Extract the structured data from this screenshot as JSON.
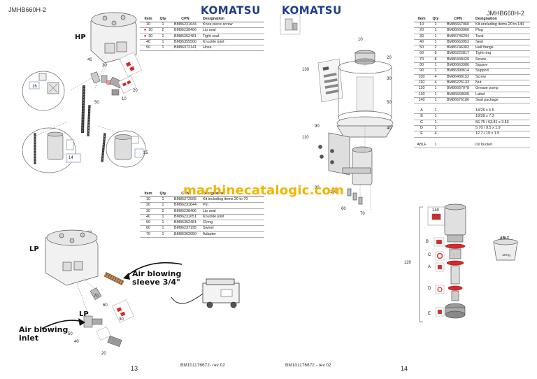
{
  "left_page": {
    "model": "JMHB660H-2",
    "brand": "KOMATSU",
    "page_number": "13",
    "footer_ref": "BM101176672- rev 02",
    "hp_label": "HP",
    "lp_label": "LP",
    "lp_small_label": "LP",
    "air_blowing_sleeve": [
      "Air blowing",
      "sleeve 3/4\""
    ],
    "air_blowing_inlet": [
      "Air blowing",
      "inlet"
    ],
    "hp_table": {
      "headers": [
        "Item",
        "Qty",
        "CPN",
        "Designation"
      ],
      "rows": [
        {
          "item": "10",
          "qty": "1",
          "cpn": "BM86231644",
          "designation": "Knee piece screw",
          "marker": ""
        },
        {
          "item": "20",
          "qty": "2",
          "cpn": "BM86238466",
          "designation": "Lip seal",
          "marker": "●"
        },
        {
          "item": "30",
          "qty": "1",
          "cpn": "BM86352481",
          "designation": "Tight seal",
          "marker": "●"
        },
        {
          "item": "40",
          "qty": "1",
          "cpn": "BM86355500",
          "designation": "Knuckle joint",
          "marker": ""
        },
        {
          "item": "50",
          "qty": "1",
          "cpn": "BM86372141",
          "designation": "Hose",
          "marker": ""
        }
      ]
    },
    "lp_table": {
      "headers": [
        "Item",
        "Qty",
        "CPN",
        "Designation"
      ],
      "rows": [
        {
          "item": "10",
          "qty": "1",
          "cpn": "BM86372505",
          "designation": "Kit including items 20 to 70"
        },
        {
          "item": "20",
          "qty": "1",
          "cpn": "BM86231644",
          "designation": "Pin"
        },
        {
          "item": "30",
          "qty": "2",
          "cpn": "BM86238466",
          "designation": "Lip seal"
        },
        {
          "item": "40",
          "qty": "1",
          "cpn": "BM86231651",
          "designation": "Knuckle joint"
        },
        {
          "item": "50",
          "qty": "1",
          "cpn": "BM86352481",
          "designation": "O'ring"
        },
        {
          "item": "60",
          "qty": "1",
          "cpn": "BM86237195",
          "designation": "Swivel"
        },
        {
          "item": "70",
          "qty": "1",
          "cpn": "BM86302650",
          "designation": "Adapter"
        }
      ]
    },
    "hp_callouts": [
      "40",
      "30",
      "20",
      "10",
      "50",
      "16",
      "14",
      "15"
    ],
    "lp_callouts": [
      "70",
      "60",
      "30",
      "50",
      "40",
      "20"
    ]
  },
  "right_page": {
    "model": "JMHB660H-2",
    "brand": "KOMATSU",
    "page_number": "14",
    "footer_ref": "BM101176672 - rev 02",
    "table": {
      "headers": [
        "Item",
        "Qty",
        "CPN",
        "Designation"
      ],
      "rows": [
        {
          "item": "10",
          "qty": "1",
          "cpn": "BM86667060",
          "designation": "Kit uncluding items 20 to 140"
        },
        {
          "item": "20",
          "qty": "1",
          "cpn": "BM86663960",
          "designation": "Plug"
        },
        {
          "item": "30",
          "qty": "1",
          "cpn": "BM86746294",
          "designation": "Tank"
        },
        {
          "item": "40",
          "qty": "1",
          "cpn": "BM86663952",
          "designation": "Seal"
        },
        {
          "item": "50",
          "qty": "2",
          "cpn": "BM86746302",
          "designation": "Half flange"
        },
        {
          "item": "60",
          "qty": "8",
          "cpn": "BM86222817",
          "designation": "Tight ring"
        },
        {
          "item": "70",
          "qty": "8",
          "cpn": "BM86448420",
          "designation": "Screw"
        },
        {
          "item": "80",
          "qty": "1",
          "cpn": "BM86663986",
          "designation": "Square"
        },
        {
          "item": "90",
          "qty": "1",
          "cpn": "BM86390614",
          "designation": "Support"
        },
        {
          "item": "100",
          "qty": "4",
          "cpn": "BM86488152",
          "designation": "Screw"
        },
        {
          "item": "110",
          "qty": "4",
          "cpn": "BM86225133",
          "designation": "Nut"
        },
        {
          "item": "120",
          "qty": "1",
          "cpn": "BM86667078",
          "designation": "Grease pump"
        },
        {
          "item": "130",
          "qty": "1",
          "cpn": "BM86668605",
          "designation": "Label"
        },
        {
          "item": "140",
          "qty": "1",
          "cpn": "BM86676186",
          "designation": "Seal package"
        }
      ]
    },
    "dims_table": {
      "rows": [
        {
          "item": "A",
          "qty": "1",
          "cpn": "",
          "designation": "18/25 x 5.5"
        },
        {
          "item": "B",
          "qty": "1",
          "cpn": "",
          "designation": "18/28 x 7.3"
        },
        {
          "item": "C",
          "qty": "1",
          "cpn": "",
          "designation": "56.75 / 63.81 x 3.53"
        },
        {
          "item": "D",
          "qty": "1",
          "cpn": "",
          "designation": "5.70 / 9.5 x 1.9"
        },
        {
          "item": "E",
          "qty": "4",
          "cpn": "",
          "designation": "12.7 / 19 x 1.5"
        }
      ]
    },
    "ablf_row": {
      "item": "ABLF",
      "qty": "1",
      "cpn": "",
      "designation": "Oil bucket"
    },
    "bucket_label": "ABLF",
    "bucket_weight": "18 Kg",
    "callouts": [
      "10",
      "20",
      "130",
      "30",
      "50",
      "40",
      "90",
      "110",
      "80",
      "100",
      "60",
      "70",
      "140",
      "120"
    ],
    "seal_letters": [
      "B",
      "C",
      "A",
      "D",
      "E"
    ]
  },
  "watermark": "machinecatalogic.com",
  "colors": {
    "brand": "#1f3d8f",
    "watermark": "#f2b400",
    "seal_red": "#d42a2a"
  }
}
